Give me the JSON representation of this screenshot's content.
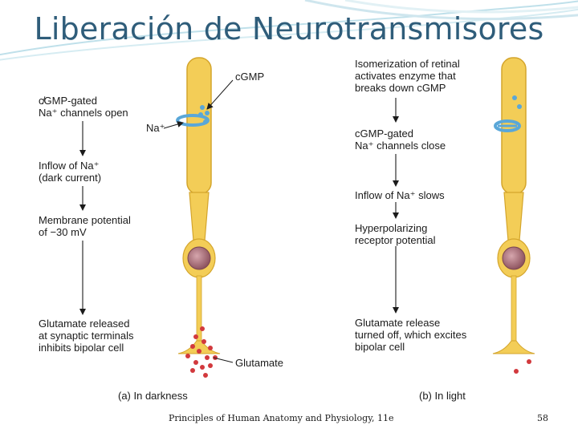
{
  "title": "Liberación de Neurotransmisores",
  "left": {
    "cgmp_label": "cGMP",
    "na_label": "Na⁺",
    "steps": [
      "c̸GMP-gated\nNa⁺ channels open",
      "Inflow of Na⁺\n(dark current)",
      "Membrane potential\nof −30 mV",
      "Glutamate released\nat synaptic terminals\ninhibits bipolar cell"
    ],
    "glutamate_label": "Glutamate",
    "caption": "(a) In darkness"
  },
  "right": {
    "steps": [
      "Isomerization of retinal\nactivates enzyme that\nbreaks down cGMP",
      "cGMP-gated\nNa⁺ channels close",
      "Inflow of Na⁺ slows",
      "Hyperpolarizing\nreceptor potential",
      "Glutamate release\nturned off, which excites\nbipolar cell"
    ],
    "caption": "(b) In light"
  },
  "footer": "Principles of Human Anatomy and Physiology, 11e",
  "page_number": "58",
  "colors": {
    "title": "#2f5d7a",
    "cell": "#f3cd57",
    "cell_edge": "#d4a52c",
    "nucleus": "#a8707a",
    "channel": "#5aa7d8",
    "glutamate": "#d2393d"
  }
}
